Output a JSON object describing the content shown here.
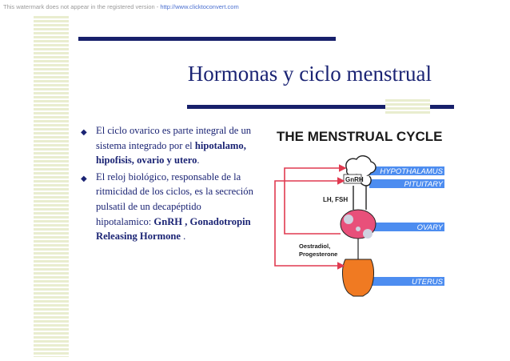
{
  "watermark": {
    "text": "This watermark does not appear in the registered version - ",
    "link": "http://www.clicktoconvert.com"
  },
  "slide": {
    "title": "Hormonas y ciclo menstrual",
    "bullet1": {
      "text_before": "El ciclo ovarico es parte integral de un sistema integrado por el ",
      "bold": "hipotalamo, hipofisis, ovario y utero",
      "text_after": "."
    },
    "bullet2": {
      "text_before": "El reloj biológico, responsable de la ritmicidad de los ciclos, es la secreción pulsatil de un decapéptido hipotalamico: ",
      "bold": "GnRH , Gonadotropin Releasing Hormone",
      "text_after": " ."
    }
  },
  "diagram": {
    "title": "THE MENSTRUAL CYCLE",
    "labels": {
      "hypothalamus": "HYPOTHALAMUS",
      "pituitary": "PITUITARY",
      "ovary": "OVARY",
      "uterus": "UTERUS",
      "gnrh": "GnRH",
      "lh_fsh": "LH, FSH",
      "oestradiol": "Oestradiol,",
      "progesterone": "Progesterone"
    },
    "colors": {
      "band": "#4d8df0",
      "arrow": "#e03a50",
      "ovary": "#e8507a",
      "uterus": "#f07a22",
      "follicle": "#cfd2e0",
      "title": "#1a1a1a"
    }
  }
}
